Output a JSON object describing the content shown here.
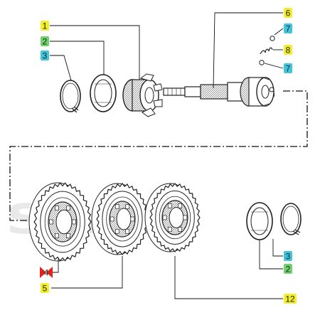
{
  "diagram": {
    "watermark": "SWAY",
    "marker_colors": {
      "yellow": "#f3ee2a",
      "green": "#6dd36a",
      "cyan": "#3fc6dd",
      "red": "#e0231c"
    },
    "callouts": [
      {
        "key": "c1",
        "label": "1",
        "color": "yellow"
      },
      {
        "key": "c2a",
        "label": "2",
        "color": "green"
      },
      {
        "key": "c3a",
        "label": "3",
        "color": "cyan"
      },
      {
        "key": "c6",
        "label": "6",
        "color": "yellow"
      },
      {
        "key": "c7a",
        "label": "7",
        "color": "cyan"
      },
      {
        "key": "c8",
        "label": "8",
        "color": "yellow"
      },
      {
        "key": "c7b",
        "label": "7",
        "color": "cyan"
      },
      {
        "key": "c4",
        "label": "4",
        "color": "red"
      },
      {
        "key": "c5",
        "label": "5",
        "color": "yellow"
      },
      {
        "key": "c12",
        "label": "12",
        "color": "yellow"
      },
      {
        "key": "c3b",
        "label": "3",
        "color": "cyan"
      },
      {
        "key": "c2b",
        "label": "2",
        "color": "green"
      }
    ]
  }
}
